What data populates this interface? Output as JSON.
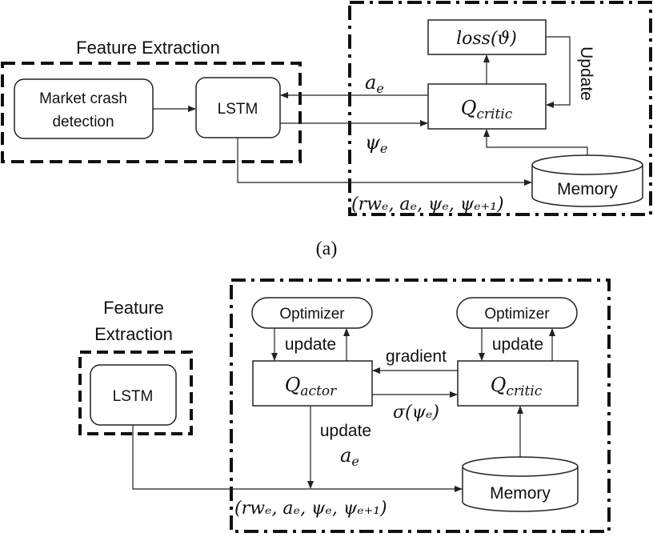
{
  "panel_a": {
    "feature_extraction_label": "Feature Extraction",
    "market_crash_line1": "Market crash",
    "market_crash_line2": "detection",
    "lstm_label": "LSTM",
    "loss_label": "loss(ϑ)",
    "q_critic_label": "Q",
    "q_critic_sub": "critic",
    "update_label": "Update",
    "a_e_label": "a",
    "a_e_sub": "e",
    "psi_e_label": "ψ",
    "psi_e_sub": "e",
    "memory_label": "Memory",
    "tuple_label": "(rwₑ, aₑ, ψₑ, ψₑ₊₁)",
    "caption": "(a)"
  },
  "panel_b": {
    "feature_extraction_line1": "Feature",
    "feature_extraction_line2": "Extraction",
    "lstm_label": "LSTM",
    "optimizer_left_label": "Optimizer",
    "optimizer_right_label": "Optimizer",
    "update_left_label": "update",
    "update_right_label": "update",
    "gradient_label": "gradient",
    "q_actor_label": "Q",
    "q_actor_sub": "actor",
    "q_critic_label": "Q",
    "q_critic_sub": "critic",
    "sigma_label": "σ(ψₑ)",
    "update_a_line1": "update",
    "update_a_line2": "a",
    "update_a_sub": "e",
    "memory_label": "Memory",
    "tuple_label": "(rwₑ, aₑ, ψₑ, ψₑ₊₁)"
  }
}
